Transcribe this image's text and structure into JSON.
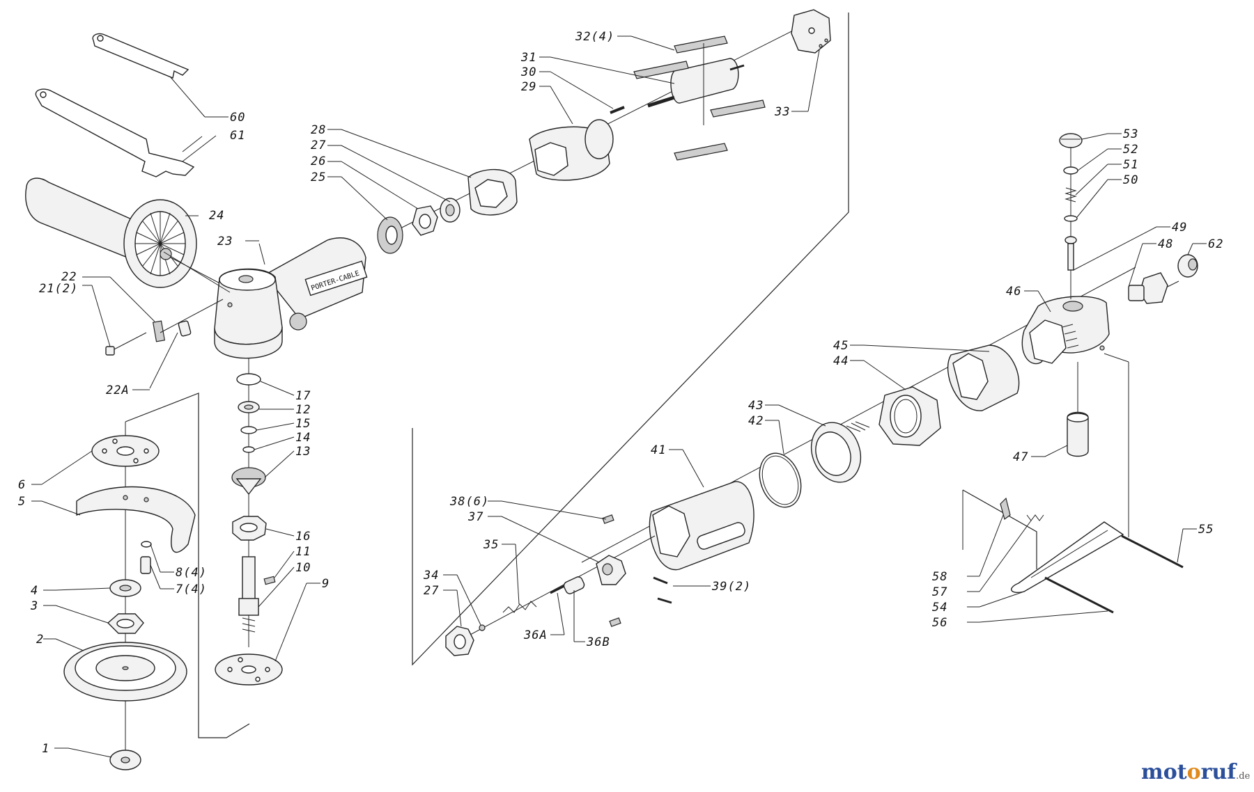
{
  "brand": {
    "part1": "mot",
    "part2": "o",
    "part3": "ruf",
    "tld": ".de",
    "colors": {
      "blue": "#2b4f9a",
      "orange": "#e08a1c"
    }
  },
  "callouts": [
    {
      "id": "c60",
      "text": "60"
    },
    {
      "id": "c61",
      "text": "61"
    },
    {
      "id": "c24",
      "text": "24"
    },
    {
      "id": "c23",
      "text": "23"
    },
    {
      "id": "c22",
      "text": "22"
    },
    {
      "id": "c21",
      "text": "21(2)"
    },
    {
      "id": "c22a",
      "text": "22A"
    },
    {
      "id": "c28",
      "text": "28"
    },
    {
      "id": "c27a",
      "text": "27"
    },
    {
      "id": "c26",
      "text": "26"
    },
    {
      "id": "c25",
      "text": "25"
    },
    {
      "id": "c32",
      "text": "32(4)"
    },
    {
      "id": "c31",
      "text": "31"
    },
    {
      "id": "c30",
      "text": "30"
    },
    {
      "id": "c29",
      "text": "29"
    },
    {
      "id": "c33",
      "text": "33"
    },
    {
      "id": "c53",
      "text": "53"
    },
    {
      "id": "c52",
      "text": "52"
    },
    {
      "id": "c51",
      "text": "51"
    },
    {
      "id": "c50",
      "text": "50"
    },
    {
      "id": "c49",
      "text": "49"
    },
    {
      "id": "c48",
      "text": "48"
    },
    {
      "id": "c62",
      "text": "62"
    },
    {
      "id": "c46",
      "text": "46"
    },
    {
      "id": "c45",
      "text": "45"
    },
    {
      "id": "c44",
      "text": "44"
    },
    {
      "id": "c43",
      "text": "43"
    },
    {
      "id": "c42",
      "text": "42"
    },
    {
      "id": "c41",
      "text": "41"
    },
    {
      "id": "c47",
      "text": "47"
    },
    {
      "id": "c17",
      "text": "17"
    },
    {
      "id": "c12",
      "text": "12"
    },
    {
      "id": "c15",
      "text": "15"
    },
    {
      "id": "c14",
      "text": "14"
    },
    {
      "id": "c13",
      "text": "13"
    },
    {
      "id": "c16",
      "text": "16"
    },
    {
      "id": "c11",
      "text": "11"
    },
    {
      "id": "c10",
      "text": "10"
    },
    {
      "id": "c9",
      "text": "9"
    },
    {
      "id": "c6",
      "text": "6"
    },
    {
      "id": "c5",
      "text": "5"
    },
    {
      "id": "c8",
      "text": "8(4)"
    },
    {
      "id": "c7",
      "text": "7(4)"
    },
    {
      "id": "c4",
      "text": "4"
    },
    {
      "id": "c3",
      "text": "3"
    },
    {
      "id": "c2",
      "text": "2"
    },
    {
      "id": "c1",
      "text": "1"
    },
    {
      "id": "c38",
      "text": "38(6)"
    },
    {
      "id": "c37",
      "text": "37"
    },
    {
      "id": "c35",
      "text": "35"
    },
    {
      "id": "c34",
      "text": "34"
    },
    {
      "id": "c27b",
      "text": "27"
    },
    {
      "id": "c36a",
      "text": "36A"
    },
    {
      "id": "c36b",
      "text": "36B"
    },
    {
      "id": "c39",
      "text": "39(2)"
    },
    {
      "id": "c55",
      "text": "55"
    },
    {
      "id": "c58",
      "text": "58"
    },
    {
      "id": "c57",
      "text": "57"
    },
    {
      "id": "c54",
      "text": "54"
    },
    {
      "id": "c56",
      "text": "56"
    }
  ],
  "housing": {
    "brand_plate": "PORTER-CABLE"
  }
}
